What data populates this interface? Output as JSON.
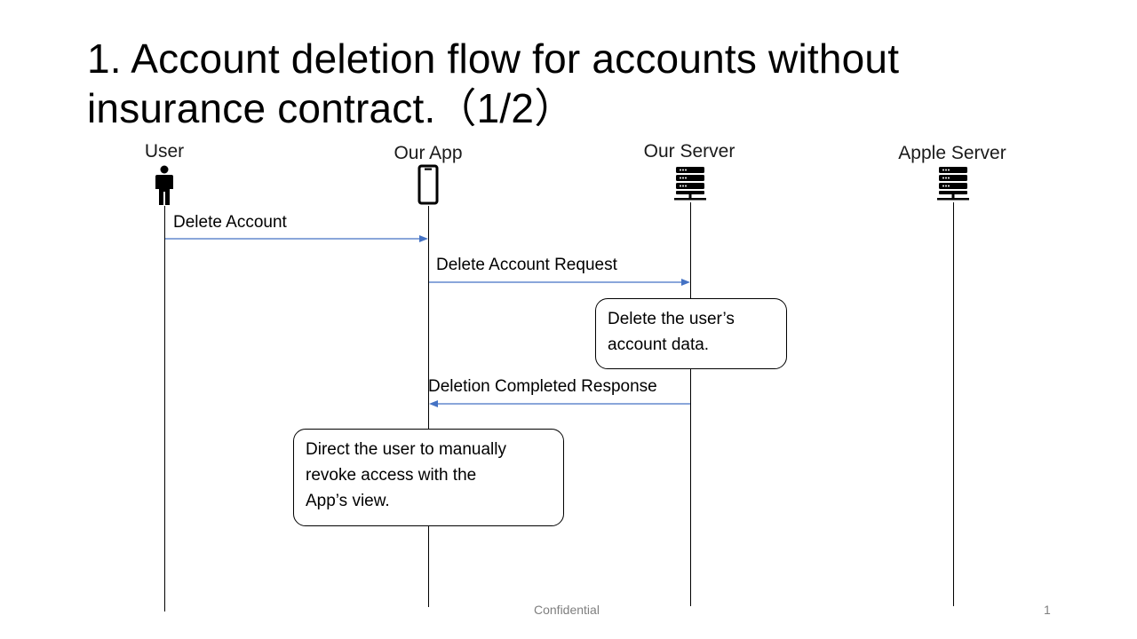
{
  "slide": {
    "title": "1. Account deletion flow for accounts without insurance contract.（1/2）",
    "footer_center": "Confidential",
    "page_number": "1"
  },
  "actors": [
    {
      "id": "user",
      "label": "User",
      "icon": "person-icon"
    },
    {
      "id": "app",
      "label": "Our App",
      "icon": "smartphone-icon"
    },
    {
      "id": "server",
      "label": "Our Server",
      "icon": "server-icon"
    },
    {
      "id": "apple",
      "label": "Apple Server",
      "icon": "server-icon"
    }
  ],
  "messages": [
    {
      "from": "user",
      "to": "app",
      "label": "Delete Account"
    },
    {
      "from": "app",
      "to": "server",
      "label": "Delete Account Request"
    },
    {
      "from": "server",
      "to": "app",
      "label": "Deletion Completed Response"
    }
  ],
  "notes": [
    {
      "actor": "server",
      "lines": [
        "Delete the user’s",
        "account data."
      ]
    },
    {
      "actor": "app",
      "lines": [
        "Direct the user to manually",
        "revoke access with the",
        "App’s view."
      ]
    }
  ],
  "colors": {
    "arrow": "#4472c4",
    "lifeline": "#000000",
    "footer": "#7f7f7f"
  }
}
